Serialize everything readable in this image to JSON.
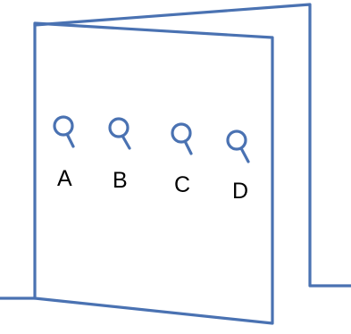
{
  "diagram": {
    "stroke_color": "#4a72b2",
    "text_color": "#000000",
    "dials": [
      {
        "label": "A"
      },
      {
        "label": "B"
      },
      {
        "label": "C"
      },
      {
        "label": "D"
      }
    ]
  }
}
